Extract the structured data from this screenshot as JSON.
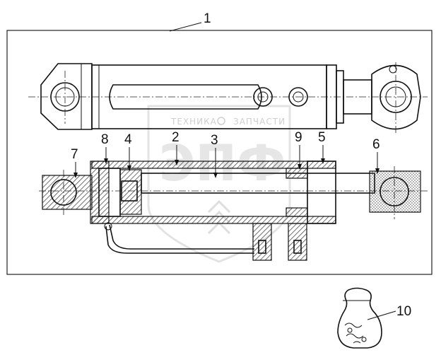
{
  "watermark": {
    "top_left": "ТЕХНИКА",
    "top_right": "ЗАПЧАСТИ",
    "big": "ЭПФ"
  },
  "callouts": {
    "c1": "1",
    "c2": "2",
    "c3": "3",
    "c4": "4",
    "c5": "5",
    "c6": "6",
    "c7": "7",
    "c8": "8",
    "c9": "9",
    "c10": "10"
  }
}
